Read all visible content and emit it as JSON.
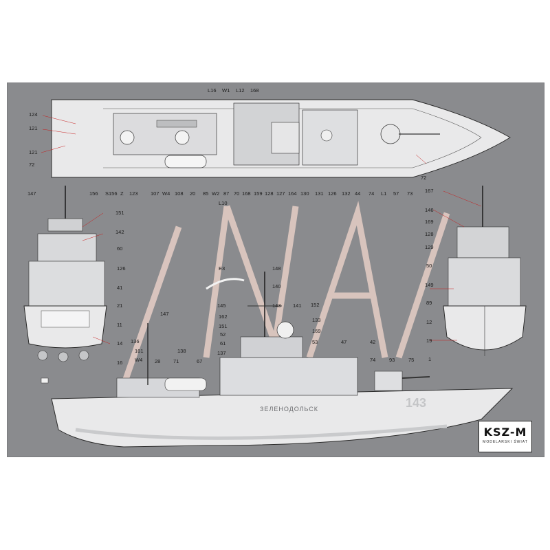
{
  "sheet": {
    "colors": {
      "background": "#8a8b8e",
      "hull": "#e9e9ea",
      "hull_shadow": "#c9cacc",
      "lines": "#2a2a2a",
      "leader": "#c81e1e",
      "watermark": "#f3d7cd"
    }
  },
  "brand": {
    "logo_text": "KSZ-M",
    "subtitle": "MODELARSKI ŚWIAT"
  },
  "hull_text": {
    "ship_name": "ЗЕЛЕНОДОЛЬСК",
    "pennant": "143"
  },
  "labels": {
    "top": [
      "L16",
      "W1",
      "L12",
      "168",
      "124",
      "121",
      "121",
      "72",
      "147",
      "156",
      "S156",
      "Z",
      "123",
      "107",
      "W4",
      "108",
      "20",
      "85",
      "W2",
      "87",
      "70",
      "168",
      "159",
      "128",
      "127",
      "164",
      "130",
      "131",
      "126",
      "132",
      "44",
      "74",
      "L1",
      "57",
      "73",
      "72",
      "L10"
    ],
    "stern": [
      "151",
      "142",
      "60",
      "126",
      "41",
      "21",
      "11",
      "14",
      "16"
    ],
    "bow": [
      "167",
      "146",
      "169",
      "128",
      "129",
      "50",
      "149",
      "89",
      "12",
      "19",
      "1"
    ],
    "side": [
      "E3",
      "148",
      "140",
      "145",
      "162",
      "151",
      "52",
      "61",
      "137",
      "143",
      "141",
      "152",
      "133",
      "169",
      "53",
      "147",
      "136",
      "161",
      "W4",
      "28",
      "71",
      "138",
      "67",
      "47",
      "42",
      "74",
      "93",
      "75"
    ]
  }
}
